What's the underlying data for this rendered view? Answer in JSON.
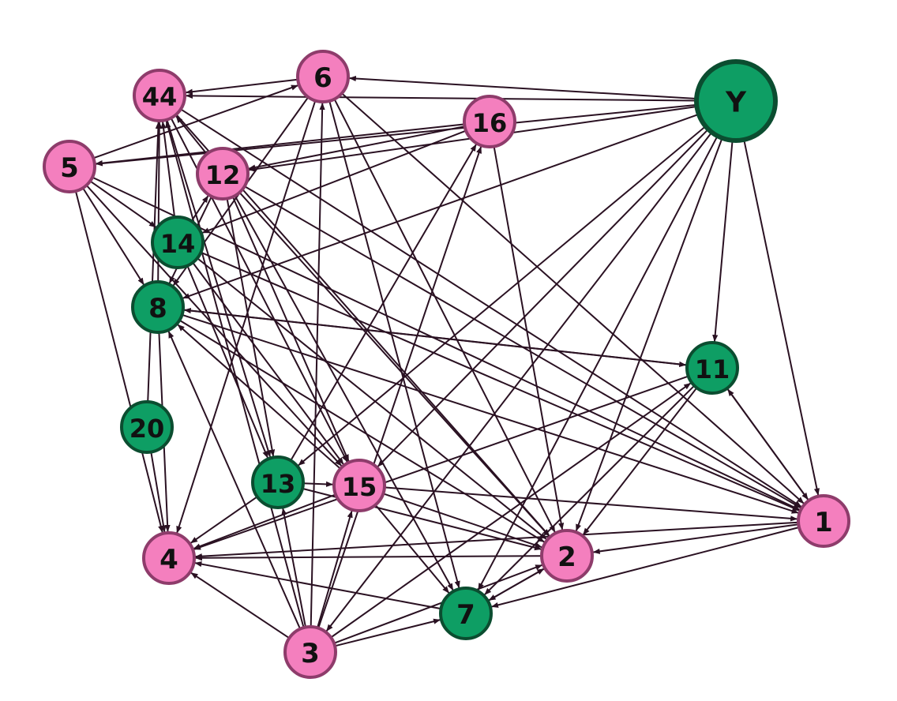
{
  "colors": {
    "pink_fill": "#F47FBE",
    "pink_stroke": "#8E3C6B",
    "green_fill": "#0E9E64",
    "green_stroke": "#0B4D30",
    "edge": "#2A1122",
    "background": "#FFFFFF"
  },
  "nodes": [
    {
      "id": "Y",
      "label": "Y",
      "color": "green"
    },
    {
      "id": "6",
      "label": "6",
      "color": "pink"
    },
    {
      "id": "44",
      "label": "44",
      "color": "pink"
    },
    {
      "id": "16",
      "label": "16",
      "color": "pink"
    },
    {
      "id": "5",
      "label": "5",
      "color": "pink"
    },
    {
      "id": "12",
      "label": "12",
      "color": "pink"
    },
    {
      "id": "14",
      "label": "14",
      "color": "green"
    },
    {
      "id": "8",
      "label": "8",
      "color": "green"
    },
    {
      "id": "11",
      "label": "11",
      "color": "green"
    },
    {
      "id": "20",
      "label": "20",
      "color": "green"
    },
    {
      "id": "13",
      "label": "13",
      "color": "green"
    },
    {
      "id": "15",
      "label": "15",
      "color": "pink"
    },
    {
      "id": "1",
      "label": "1",
      "color": "pink"
    },
    {
      "id": "4",
      "label": "4",
      "color": "pink"
    },
    {
      "id": "2",
      "label": "2",
      "color": "pink"
    },
    {
      "id": "7",
      "label": "7",
      "color": "green"
    },
    {
      "id": "3",
      "label": "3",
      "color": "pink"
    }
  ],
  "edges": [
    [
      "Y",
      "6"
    ],
    [
      "Y",
      "44"
    ],
    [
      "Y",
      "5"
    ],
    [
      "Y",
      "12"
    ],
    [
      "Y",
      "8"
    ],
    [
      "Y",
      "11"
    ],
    [
      "Y",
      "1"
    ],
    [
      "Y",
      "2"
    ],
    [
      "Y",
      "7"
    ],
    [
      "Y",
      "13"
    ],
    [
      "Y",
      "15"
    ],
    [
      "Y",
      "3"
    ],
    [
      "16",
      "5"
    ],
    [
      "16",
      "14"
    ],
    [
      "16",
      "2"
    ],
    [
      "16",
      "12"
    ],
    [
      "6",
      "44"
    ],
    [
      "6",
      "8"
    ],
    [
      "6",
      "4"
    ],
    [
      "6",
      "7"
    ],
    [
      "6",
      "2"
    ],
    [
      "6",
      "1"
    ],
    [
      "5",
      "6"
    ],
    [
      "5",
      "8"
    ],
    [
      "5",
      "4"
    ],
    [
      "5",
      "15"
    ],
    [
      "5",
      "1"
    ],
    [
      "5",
      "14"
    ],
    [
      "44",
      "13"
    ],
    [
      "44",
      "15"
    ],
    [
      "44",
      "2"
    ],
    [
      "44",
      "1"
    ],
    [
      "12",
      "44"
    ],
    [
      "12",
      "8"
    ],
    [
      "12",
      "13"
    ],
    [
      "12",
      "15"
    ],
    [
      "12",
      "2"
    ],
    [
      "12",
      "7"
    ],
    [
      "12",
      "1"
    ],
    [
      "14",
      "44"
    ],
    [
      "14",
      "12"
    ],
    [
      "14",
      "13"
    ],
    [
      "14",
      "15"
    ],
    [
      "14",
      "2"
    ],
    [
      "14",
      "1"
    ],
    [
      "8",
      "44"
    ],
    [
      "8",
      "4"
    ],
    [
      "8",
      "11"
    ],
    [
      "8",
      "2"
    ],
    [
      "8",
      "1"
    ],
    [
      "20",
      "44"
    ],
    [
      "20",
      "4"
    ],
    [
      "11",
      "8"
    ],
    [
      "11",
      "4"
    ],
    [
      "11",
      "2"
    ],
    [
      "11",
      "7"
    ],
    [
      "11",
      "1"
    ],
    [
      "13",
      "16"
    ],
    [
      "13",
      "15"
    ],
    [
      "13",
      "4"
    ],
    [
      "13",
      "2"
    ],
    [
      "15",
      "7"
    ],
    [
      "15",
      "2"
    ],
    [
      "15",
      "1"
    ],
    [
      "15",
      "8"
    ],
    [
      "15",
      "4"
    ],
    [
      "1",
      "11"
    ],
    [
      "1",
      "2"
    ],
    [
      "1",
      "7"
    ],
    [
      "1",
      "4"
    ],
    [
      "2",
      "4"
    ],
    [
      "2",
      "7"
    ],
    [
      "7",
      "2"
    ],
    [
      "7",
      "4"
    ],
    [
      "3",
      "6"
    ],
    [
      "3",
      "8"
    ],
    [
      "3",
      "44"
    ],
    [
      "3",
      "16"
    ],
    [
      "3",
      "15"
    ],
    [
      "3",
      "13"
    ],
    [
      "3",
      "7"
    ],
    [
      "3",
      "4"
    ],
    [
      "3",
      "2"
    ],
    [
      "3",
      "11"
    ]
  ]
}
